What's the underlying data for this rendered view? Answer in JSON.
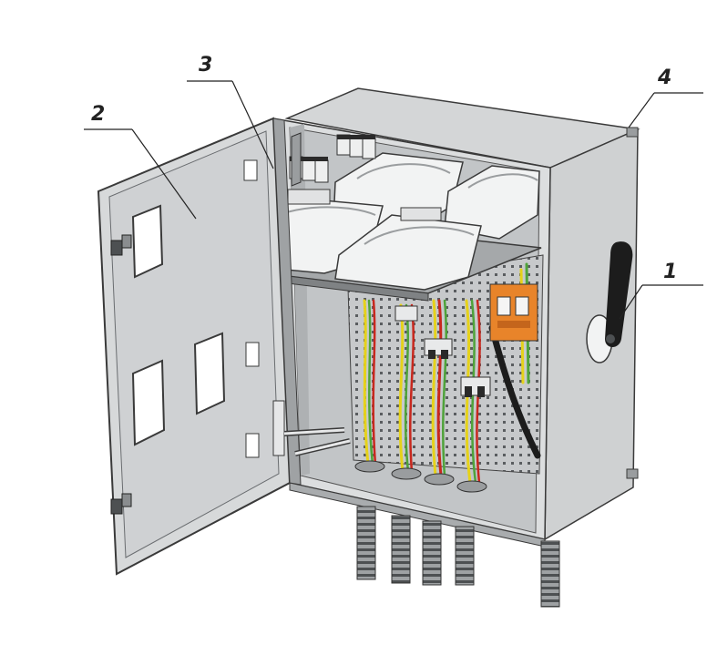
{
  "figure": {
    "callouts": [
      {
        "id": "1",
        "label": "1"
      },
      {
        "id": "2",
        "label": "2"
      },
      {
        "id": "3",
        "label": "3"
      },
      {
        "id": "4",
        "label": "4"
      }
    ]
  },
  "colors": {
    "background": "#ffffff",
    "cabinet_fill": "#d9dbdc",
    "cabinet_shadow": "#b9bcbe",
    "cabinet_dark": "#8c9093",
    "outline": "#3a3a3a",
    "meter_white": "#f2f3f3",
    "wire_yellow": "#e6d21a",
    "wire_green": "#4fa33a",
    "wire_red": "#c8281e",
    "terminal_orange": "#e8842a",
    "handle_black": "#1c1c1c",
    "perforation_dot": "#5a5d60"
  },
  "icons": {
    "handle": "lever-handle-icon",
    "meter": "electricity-meter-icon",
    "breaker": "circuit-breaker-icon",
    "conduit": "corrugated-conduit-icon"
  }
}
